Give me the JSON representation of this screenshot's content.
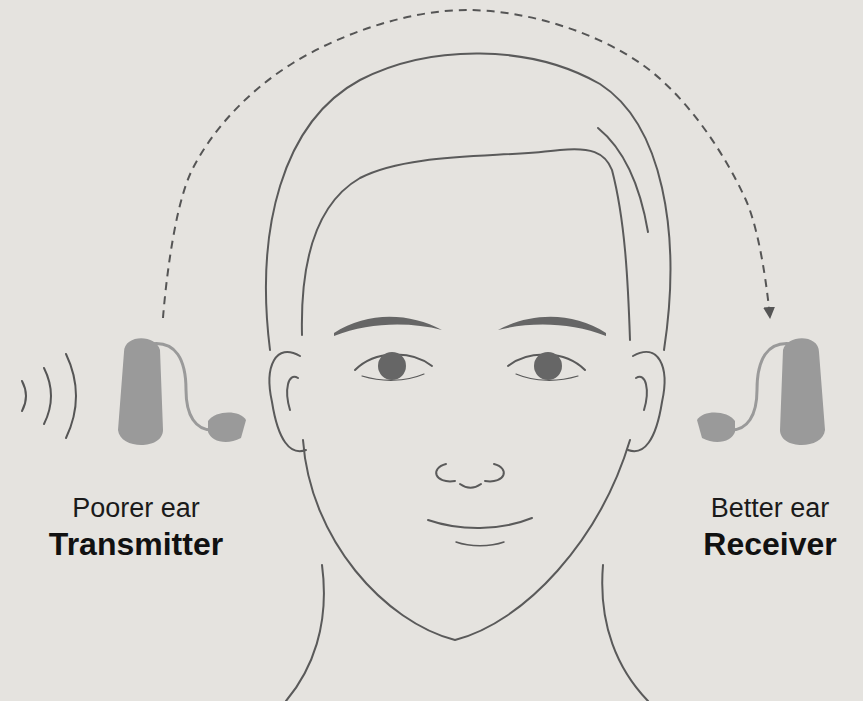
{
  "diagram": {
    "nodes": [
      {
        "text": [
          "Poorer ear",
          "Transmitter"
        ]
      },
      {
        "text": [
          "Better ear",
          "Receiver"
        ]
      }
    ],
    "edges": [
      {
        "from": 0,
        "to": 1,
        "arrow": "to"
      }
    ]
  }
}
